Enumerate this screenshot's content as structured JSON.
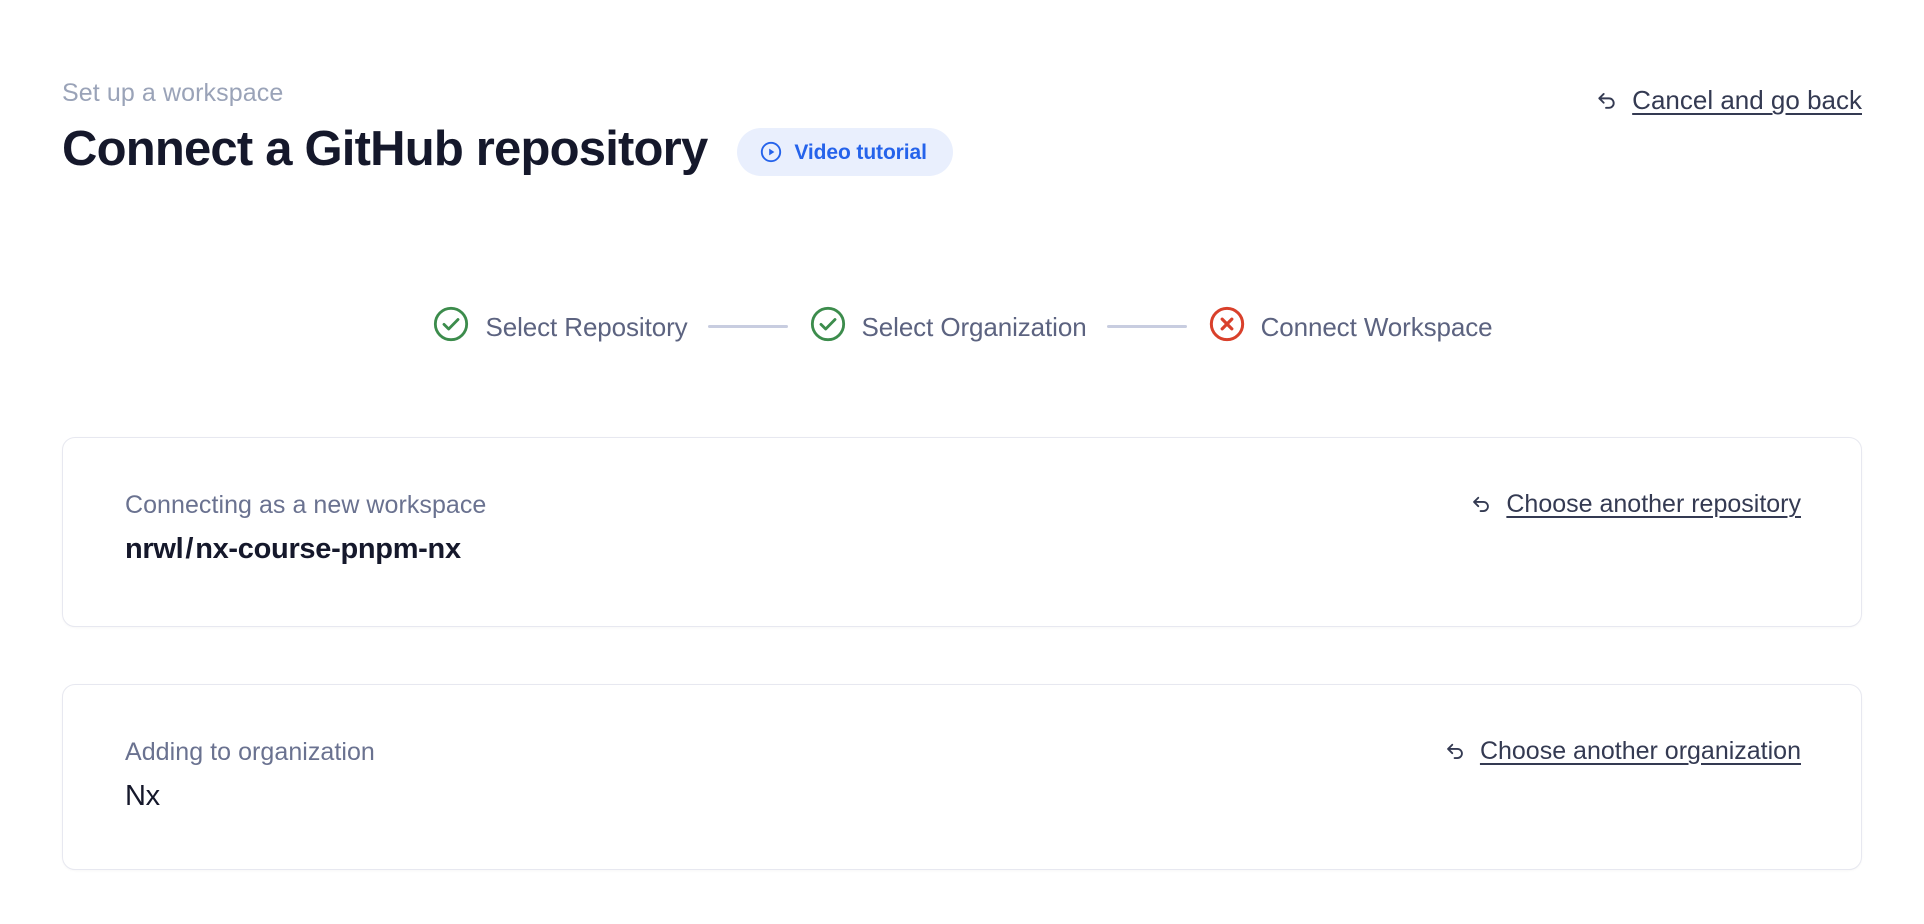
{
  "header": {
    "eyebrow": "Set up a workspace",
    "title": "Connect a GitHub repository",
    "video_badge_label": "Video tutorial",
    "video_badge_icon": "play-circle-icon",
    "video_badge_bg": "#e9effd",
    "video_badge_color": "#2563eb",
    "cancel_label": "Cancel and go back",
    "cancel_icon": "arrow-uturn-left-icon"
  },
  "stepper": {
    "steps": [
      {
        "label": "Select Repository",
        "state": "complete",
        "icon": "check-circle-icon",
        "color": "#3c8c4c"
      },
      {
        "label": "Select Organization",
        "state": "complete",
        "icon": "check-circle-icon",
        "color": "#3c8c4c"
      },
      {
        "label": "Connect Workspace",
        "state": "error",
        "icon": "x-circle-icon",
        "color": "#d9402b"
      }
    ],
    "connector_color": "#c8cde0",
    "label_color": "#5c6380"
  },
  "cards": [
    {
      "name": "repository-card",
      "label": "Connecting as a new workspace",
      "owner": "nrwl",
      "separator": "/",
      "repo": "nx-course-pnpm-nx",
      "action_label": "Choose another repository",
      "action_icon": "arrow-uturn-left-icon"
    },
    {
      "name": "organization-card",
      "label": "Adding to organization",
      "value": "Nx",
      "action_label": "Choose another organization",
      "action_icon": "arrow-uturn-left-icon"
    }
  ]
}
